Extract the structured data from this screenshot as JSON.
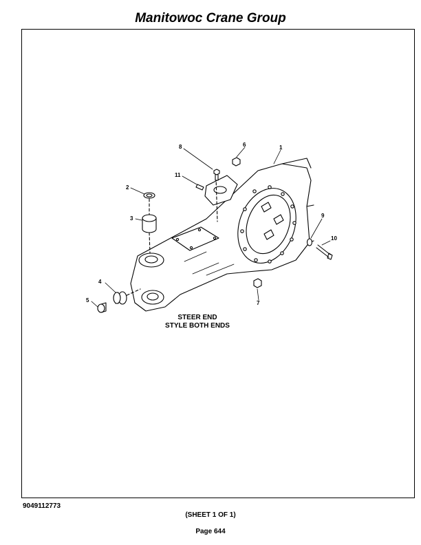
{
  "header": {
    "title": "Manitowoc Crane Group"
  },
  "diagram": {
    "callouts": [
      "1",
      "2",
      "3",
      "4",
      "5",
      "6",
      "7",
      "8",
      "9",
      "10",
      "11"
    ],
    "caption_line1": "STEER END",
    "caption_line2": "STYLE BOTH ENDS"
  },
  "footer": {
    "doc_number": "9049112773",
    "sheet": "(SHEET 1 OF 1)",
    "page": "Page 644"
  }
}
